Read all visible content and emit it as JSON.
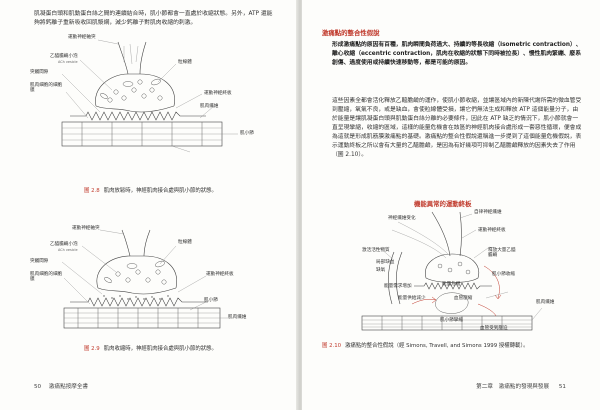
{
  "left_page": {
    "top_paragraph": "肌凝蛋白頭和肌動蛋白絲之間的連續結合時，肌小節都會一直處於收縮狀態。另外，ATP 還能夠將鈣離子重新吸收回肌漿網，減少鈣離子對肌肉收縮的刺激。",
    "figure_8": {
      "number": "圖 2.8",
      "caption": "肌肉放鬆時，神經肌肉接合處與肌小節的狀態。",
      "labels": {
        "motor_nerve_axon": "運動神經軸突",
        "ach_vesicle": "乙醯膽鹼小泡",
        "ach_vesicle_en": "ACh vesicle",
        "synaptic_cleft": "突觸間隙",
        "muscle_cell_membrane": "肌肉細胞的細胞膜",
        "mitochondria": "粒線體",
        "motor_endplate": "運動神經終板",
        "muscle_fiber": "肌肉纖維",
        "sarcomere": "肌小節"
      }
    },
    "figure_9": {
      "number": "圖 2.9",
      "caption": "肌肉收縮時，神經肌肉接合處與肌小節的狀態。",
      "labels": {
        "motor_nerve_axon": "運動神經軸突",
        "ach_vesicle": "乙醯膽鹼小泡",
        "ach_vesicle_en": "ACh vesicle",
        "synaptic_cleft": "突觸間隙",
        "muscle_cell_membrane": "肌肉細胞的細胞膜",
        "mitochondria": "粒線體",
        "motor_endplate": "運動神經終板",
        "sarcomere": "肌小節",
        "muscle_fiber": "肌肉纖維"
      }
    },
    "page_number": "50",
    "book_title": "激痛點按摩全書"
  },
  "right_page": {
    "heading": "激痛點的整合性假說",
    "bold_paragraph": "形成激痛點的原因有百種，肌肉瞬間負荷過大、持續的等長收縮（isometric contraction）、離心收縮（eccentric contraction，肌肉在收縮的狀態下同時被拉長）、慢性肌肉緊繃、廢系創傷、過度使用或持續快速移動等，都是可能的原因。",
    "body_paragraph": "這些因素全都會活化釋放乙醯膽鹼的運作，使肌小節收縮，並讓區域內的新陳代謝所需的微血管受到壓縮，氧氣不良，或是缺血，會使粒線體受損，讓它們無法生成和釋放 ATP 這個能量分子，由於能量是讓肌凝蛋白頭與肌動蛋白絲分離的必要條件，因此在 ATP 缺乏的情況下，肌小節就會一直呈現攣縮，收縮的區域，這樣的能量危機會在該區的神經肌肉接合處形成一套惡性循環，便會成為這就是形成肌筋膜激痛點的基礎。激痛點的整合性假說還稱進一步提到了這個能量危機假說，表示運動終板之所以會有大量的乙醯膽鹼，是因為有好幾項可抑制乙醯膽鹼釋放的因素失去了作用（圖 2.10）。",
    "diagram_title": "機能異常的運動終板",
    "figure_10": {
      "number": "圖 2.10",
      "caption": "激痛點的整合性假說（經 Simons, Travell, and Simons 1999 授權轉載）。",
      "labels": {
        "motor_nerve_fiber": "自律神經纖維",
        "sensitized_nerve": "神經纖維受化",
        "motor_endplate": "運動神經終板",
        "release_ach": "釋放大量乙醯膽鹼",
        "sensitizing": "激活活性物質",
        "energy_crisis": "能量危機",
        "sarcomere_contraction": "肌小節收縮",
        "increase_energy": "能量需求增加",
        "capillary_compression": "血管壓縮",
        "ischemia": "局部缺血",
        "hypoxia": "缺氧",
        "reduced_energy": "能量供給減少",
        "muscle_fiber": "肌肉纖維",
        "sarcomere_shortening": "肌小節攣縮",
        "capillary": "血管受到壓迫"
      }
    },
    "page_number": "51",
    "chapter_label": "第二章",
    "chapter_title": "激痛點的發現與發展"
  },
  "colors": {
    "accent": "#c0392b",
    "text": "#333333",
    "paper": "#fdfdfb"
  }
}
